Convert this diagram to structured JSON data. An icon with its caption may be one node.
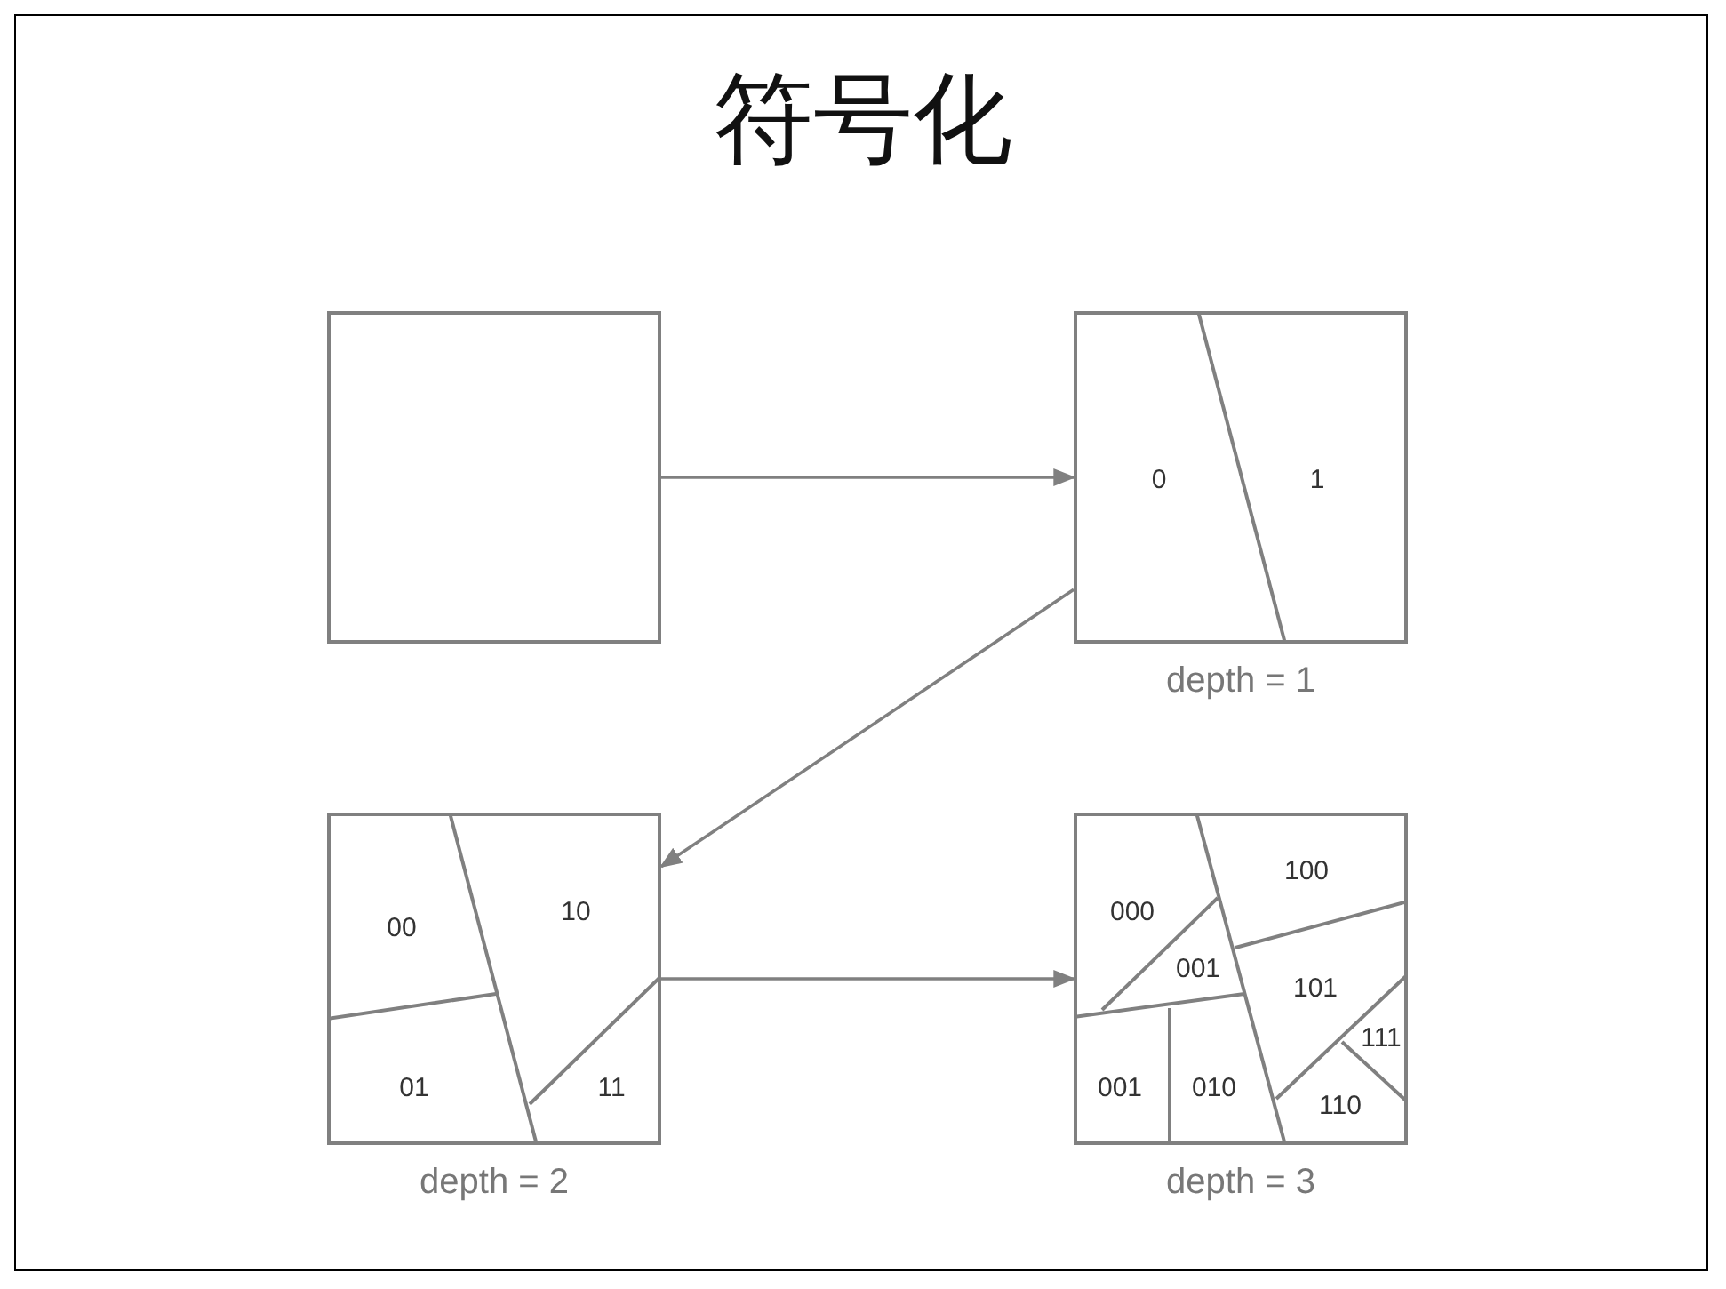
{
  "diagram": {
    "title": "符号化",
    "nodes": [
      {
        "text": [],
        "shape": "box"
      },
      {
        "text": [
          "0",
          "1"
        ],
        "beside": [
          "depth = 1"
        ]
      },
      {
        "text": [
          "00",
          "10",
          "01",
          "11"
        ],
        "beside": [
          "depth = 2"
        ]
      },
      {
        "text": [
          "000",
          "100",
          "001",
          "101",
          "111",
          "001",
          "010",
          "110"
        ],
        "beside": [
          "depth = 3"
        ]
      }
    ],
    "edges": [
      {
        "from": 0,
        "to": 1,
        "arrow": "to"
      },
      {
        "from": 1,
        "to": 2,
        "arrow": "to"
      },
      {
        "from": 2,
        "to": 3,
        "arrow": "to"
      }
    ]
  }
}
